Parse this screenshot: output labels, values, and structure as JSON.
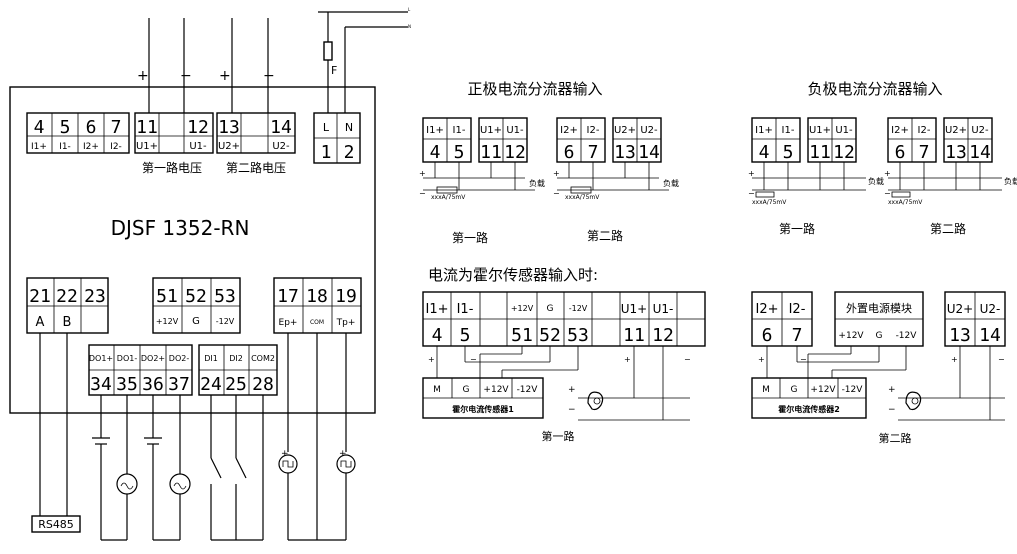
{
  "supply": {
    "line_label": "L",
    "neutral_label": "N",
    "fuse_label": "F"
  },
  "meter": {
    "model": "DJSF 1352-RN",
    "terminal_groups": [
      {
        "nums": [
          "4",
          "5",
          "6",
          "7"
        ],
        "labels": [
          "I1+",
          "I1-",
          "I2+",
          "I2-"
        ]
      },
      {
        "nums": [
          "11",
          "12"
        ],
        "labels": [
          "U1+",
          "U1-"
        ],
        "caption": "第一路电压",
        "signs": [
          "+",
          "−"
        ]
      },
      {
        "nums": [
          "13",
          "14"
        ],
        "labels": [
          "U2+",
          "U2-"
        ],
        "caption": "第二路电压",
        "signs": [
          "+",
          "−"
        ]
      },
      {
        "nums": [
          "L",
          "N"
        ],
        "labels": [
          "1",
          "2"
        ]
      },
      {
        "nums": [
          "21",
          "22",
          "23"
        ],
        "labels": [
          "A",
          "B",
          ""
        ]
      },
      {
        "nums": [
          "51",
          "52",
          "53"
        ],
        "labels": [
          "+12V",
          "G",
          "-12V"
        ]
      },
      {
        "nums": [
          "17",
          "18",
          "19"
        ],
        "labels": [
          "Ep+",
          "COM",
          "Tp+"
        ]
      },
      {
        "nums": [
          "34",
          "35",
          "36",
          "37"
        ],
        "labels": [
          "DO1+",
          "DO1-",
          "DO2+",
          "DO2-"
        ]
      },
      {
        "nums": [
          "24",
          "25",
          "28"
        ],
        "labels": [
          "DI1",
          "DI2",
          "COM2"
        ]
      }
    ],
    "rs485_label": "RS485"
  },
  "shunt": {
    "positive_title": "正极电流分流器输入",
    "negative_title": "负极电流分流器输入",
    "ch1_terms": {
      "top": [
        "I1+",
        "I1-",
        "U1+",
        "U1-"
      ],
      "bottom": [
        "4",
        "5",
        "11",
        "12"
      ]
    },
    "ch2_terms": {
      "top": [
        "I2+",
        "I2-",
        "U2+",
        "U2-"
      ],
      "bottom": [
        "6",
        "7",
        "13",
        "14"
      ]
    },
    "shunt_rating": "xxxA/75mV",
    "load_label": "负载",
    "ch1_caption": "第一路",
    "ch2_caption": "第二路",
    "plus": "+",
    "minus": "−"
  },
  "hall": {
    "title": "电流为霍尔传感器输入时:",
    "ch1_top": [
      "I1+",
      "I1-",
      "+12V",
      "G",
      "-12V",
      "U1+",
      "U1-"
    ],
    "ch1_bottom": [
      "4",
      "5",
      "51",
      "52",
      "53",
      "11",
      "12"
    ],
    "ch2_top": [
      "I2+",
      "I2-",
      "外置电源模块",
      "+12V",
      "G",
      "-12V",
      "U2+",
      "U2-"
    ],
    "ch2_bottom": [
      "6",
      "7",
      "13",
      "14"
    ],
    "sensor_pins": [
      "M",
      "G",
      "+12V",
      "-12V"
    ],
    "sensor1_name": "霍尔电流传感器1",
    "sensor2_name": "霍尔电流传感器2",
    "ch1_caption": "第一路",
    "ch2_caption": "第二路"
  }
}
